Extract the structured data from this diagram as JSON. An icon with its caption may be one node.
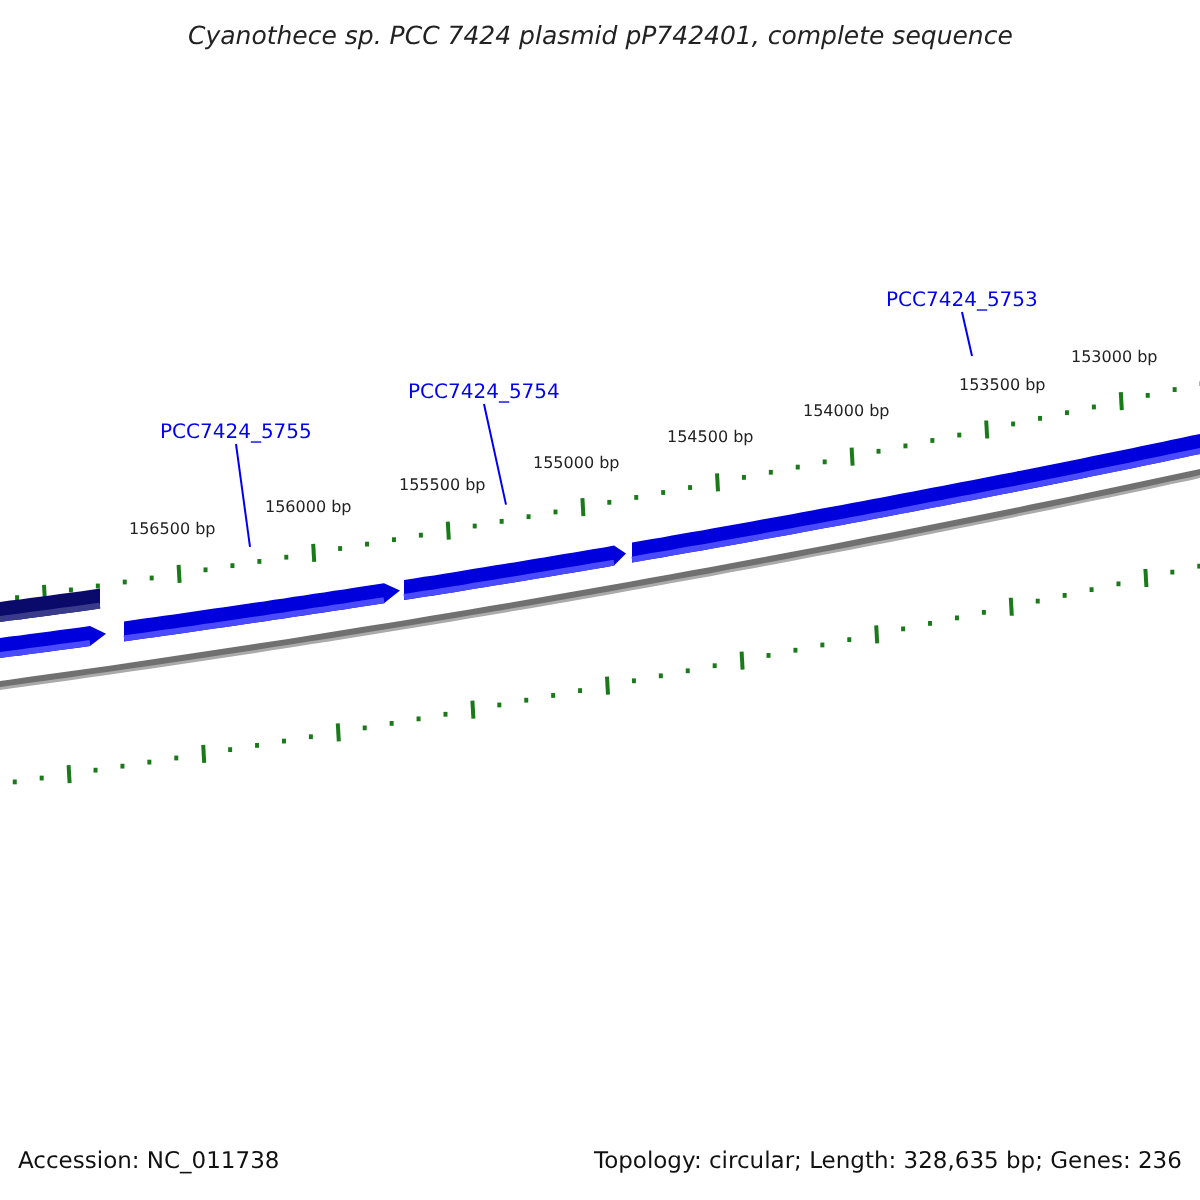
{
  "diagram": {
    "title": "Cyanothece sp. PCC 7424 plasmid pP742401, complete sequence",
    "nodes": [
      {
        "text": [
          "PCC7424_5753"
        ]
      },
      {
        "text": [
          "PCC7424_5754"
        ]
      },
      {
        "text": [
          "PCC7424_5755"
        ]
      }
    ],
    "edges": [
      {
        "from": 0,
        "to": null,
        "arrow": "none"
      },
      {
        "from": 1,
        "to": null,
        "arrow": "none"
      },
      {
        "from": 2,
        "to": null,
        "arrow": "none"
      }
    ],
    "labels": [
      "153000 bp",
      "153500 bp",
      "154000 bp",
      "154500 bp",
      "155000 bp",
      "155500 bp",
      "156000 bp",
      "156500 bp",
      "Accession: NC_011738",
      "Topology: circular; Length: 328,635 bp; Genes: 236"
    ]
  }
}
